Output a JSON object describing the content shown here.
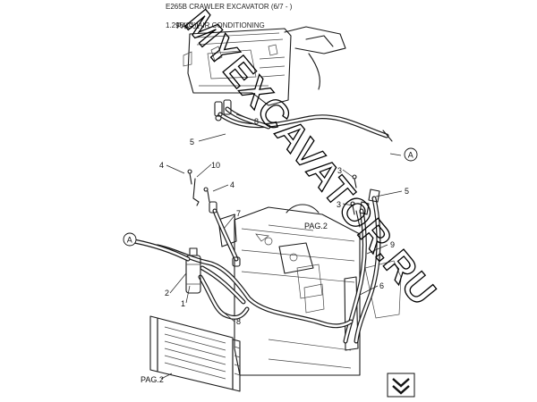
{
  "header": {
    "model": "E265B CRAWLER EXCAVATOR (6/7 - )",
    "section": "1.295(03) AIR CONDITIONING"
  },
  "watermark": "MYEXCAVATOR.RU",
  "page_refs": {
    "top": "PAG.1",
    "middle": "PAG.2",
    "bottom": "PAG.2"
  },
  "connector": {
    "right": "A",
    "left": "A"
  },
  "callouts": {
    "c8a": "8",
    "c5a": "5",
    "c4a": "4",
    "c10": "10",
    "c4b": "4",
    "c7": "7",
    "c3a": "3",
    "c3b": "3",
    "c5b": "5",
    "c9": "9",
    "c6": "6",
    "c2": "2",
    "c1": "1",
    "c8b": "8"
  },
  "nav_icon": "double-chevron-down-icon"
}
